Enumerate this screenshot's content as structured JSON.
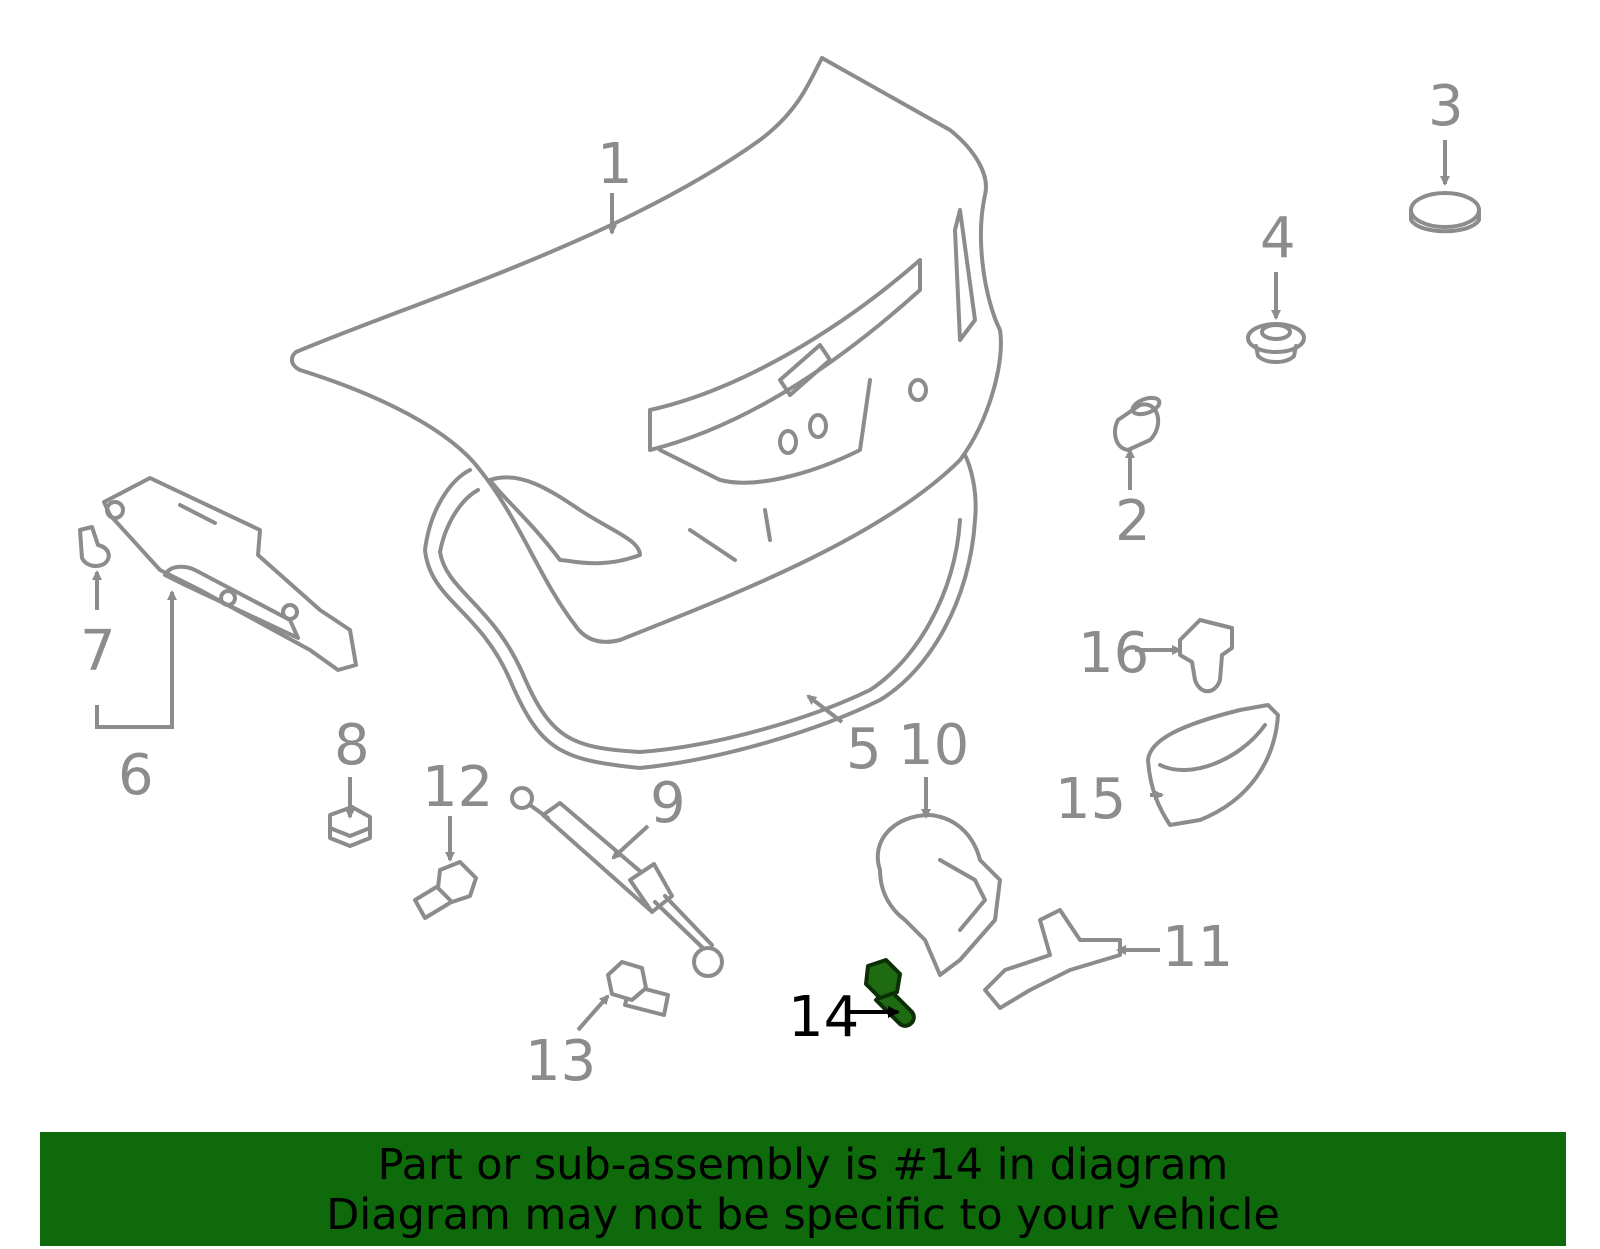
{
  "diagram": {
    "callouts": [
      {
        "id": "1",
        "label": "1"
      },
      {
        "id": "2",
        "label": "2"
      },
      {
        "id": "3",
        "label": "3"
      },
      {
        "id": "4",
        "label": "4"
      },
      {
        "id": "5",
        "label": "5"
      },
      {
        "id": "6",
        "label": "6"
      },
      {
        "id": "7",
        "label": "7"
      },
      {
        "id": "8",
        "label": "8"
      },
      {
        "id": "9",
        "label": "9"
      },
      {
        "id": "10",
        "label": "10"
      },
      {
        "id": "11",
        "label": "11"
      },
      {
        "id": "12",
        "label": "12"
      },
      {
        "id": "13",
        "label": "13"
      },
      {
        "id": "14",
        "label": "14"
      },
      {
        "id": "15",
        "label": "15"
      },
      {
        "id": "16",
        "label": "16"
      }
    ],
    "highlighted_part": "14",
    "colors": {
      "line": "#8c8c8c",
      "highlight": "#1e6b12",
      "banner": "#0e6a0a"
    }
  },
  "banner": {
    "line1": "Part or sub-assembly is #14 in diagram",
    "line2": "Diagram may not be specific to your vehicle"
  }
}
